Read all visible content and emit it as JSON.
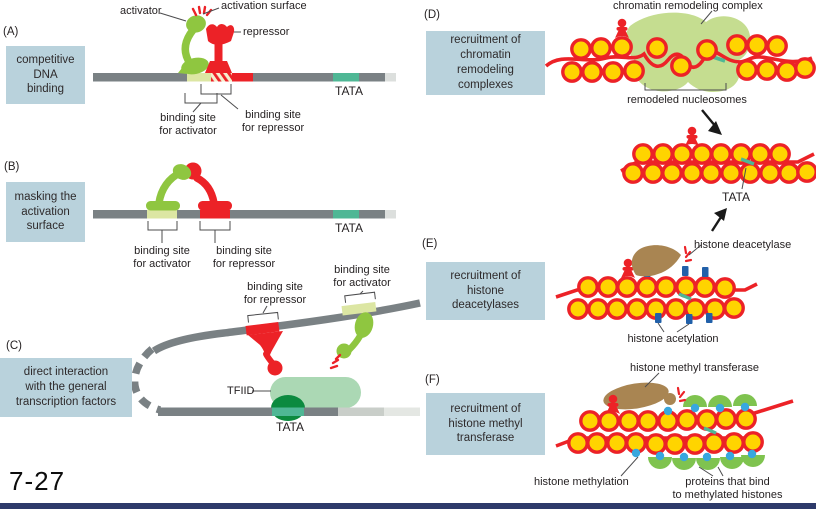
{
  "figure": {
    "slide_number": "7-27"
  },
  "colors": {
    "panel_box_bg": "#b9d2dc",
    "dna_gray": "#7a8184",
    "dna_light_end": "#dcdfdd",
    "activator_green": "#8fc640",
    "repressor_red": "#ec2227",
    "binding_site_activator_pale": "#dce6a3",
    "tata_teal": "#4fb795",
    "tfiid_light_green": "#abd8b4",
    "tfiid_dark_green": "#0c8a3f",
    "remodeling_complex_green": "#c5dd90",
    "nucleosome_yellow": "#ffd400",
    "enzyme_brown": "#a98552",
    "acetylation_blue": "#2160a9",
    "methylation_blue": "#38a7de",
    "methyl_binding_protein_green": "#7fc34f",
    "footer_bar_navy": "#2d3a6a"
  },
  "panels": {
    "a": {
      "letter": "(A)",
      "title": "competitive\nDNA\nbinding",
      "labels": {
        "activator": "activator",
        "activation_surface": "activation surface",
        "repressor": "repressor",
        "binding_site_activator": "binding site\nfor activator",
        "binding_site_repressor": "binding site\nfor repressor",
        "tata": "TATA"
      }
    },
    "b": {
      "letter": "(B)",
      "title": "masking the\nactivation\nsurface",
      "labels": {
        "binding_site_activator": "binding site\nfor activator",
        "binding_site_repressor": "binding site\nfor repressor",
        "tata": "TATA"
      }
    },
    "c": {
      "letter": "(C)",
      "title": "direct interaction\nwith the general\ntranscription factors",
      "labels": {
        "binding_site_repressor": "binding site\nfor repressor",
        "binding_site_activator": "binding site\nfor activator",
        "tfiid": "TFIID",
        "tata": "TATA"
      }
    },
    "d": {
      "letter": "(D)",
      "title": "recruitment of\nchromatin\nremodeling\ncomplexes",
      "labels": {
        "complex": "chromatin remodeling complex",
        "remodeled": "remodeled nucleosomes",
        "tata": "TATA"
      }
    },
    "e": {
      "letter": "(E)",
      "title": "recruitment of\nhistone\ndeacetylases",
      "labels": {
        "deacetylase": "histone deacetylase",
        "acetylation": "histone acetylation"
      }
    },
    "f": {
      "letter": "(F)",
      "title": "recruitment of\nhistone methyl\ntransferase",
      "labels": {
        "transferase": "histone methyl transferase",
        "methylation": "histone methylation",
        "binding_proteins": "proteins that bind\nto methylated histones"
      }
    }
  }
}
